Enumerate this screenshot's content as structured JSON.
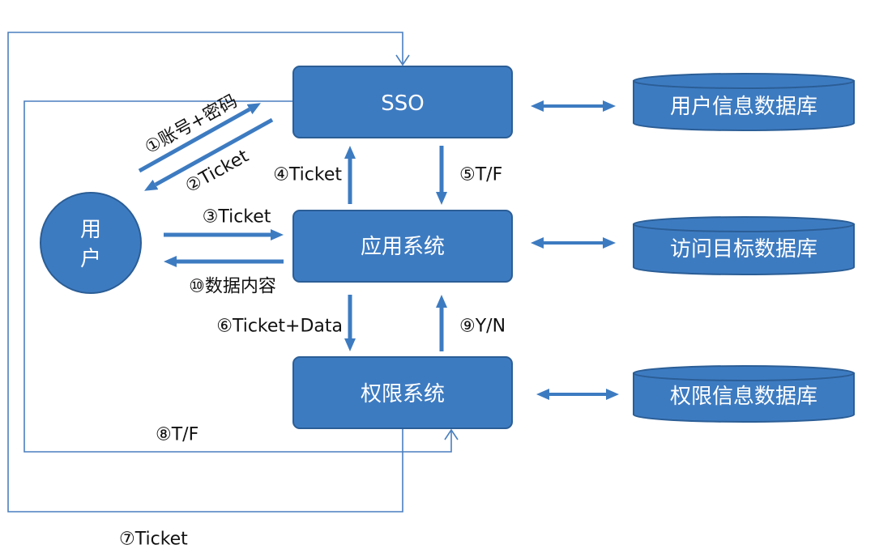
{
  "nodes": {
    "sso": {
      "label": "SSO"
    },
    "app_system": {
      "label": "应用系统"
    },
    "auth_system": {
      "label": "权限系统"
    },
    "user": {
      "label_lines": [
        "用",
        "户"
      ]
    }
  },
  "databases": {
    "user_info": {
      "label": "用户信息数据库"
    },
    "access_target": {
      "label": "访问目标数据库"
    },
    "auth_info": {
      "label": "权限信息数据库"
    }
  },
  "flows": {
    "step1": "①账号+密码",
    "step2": "②Ticket",
    "step3": "③Ticket",
    "step4": "④Ticket",
    "step5": "⑤T/F",
    "step6": "⑥Ticket+Data",
    "step7": "⑦Ticket",
    "step8": "⑧T/F",
    "step9": "⑨Y/N",
    "step10": "⑩数据内容"
  },
  "colors": {
    "node_fill": "#3d7bc1",
    "node_stroke": "#2b5e96",
    "arrow": "#3d7bc1",
    "connector_line": "#4a7fbf",
    "node_text": "#ffffff",
    "label_text": "#111111"
  }
}
